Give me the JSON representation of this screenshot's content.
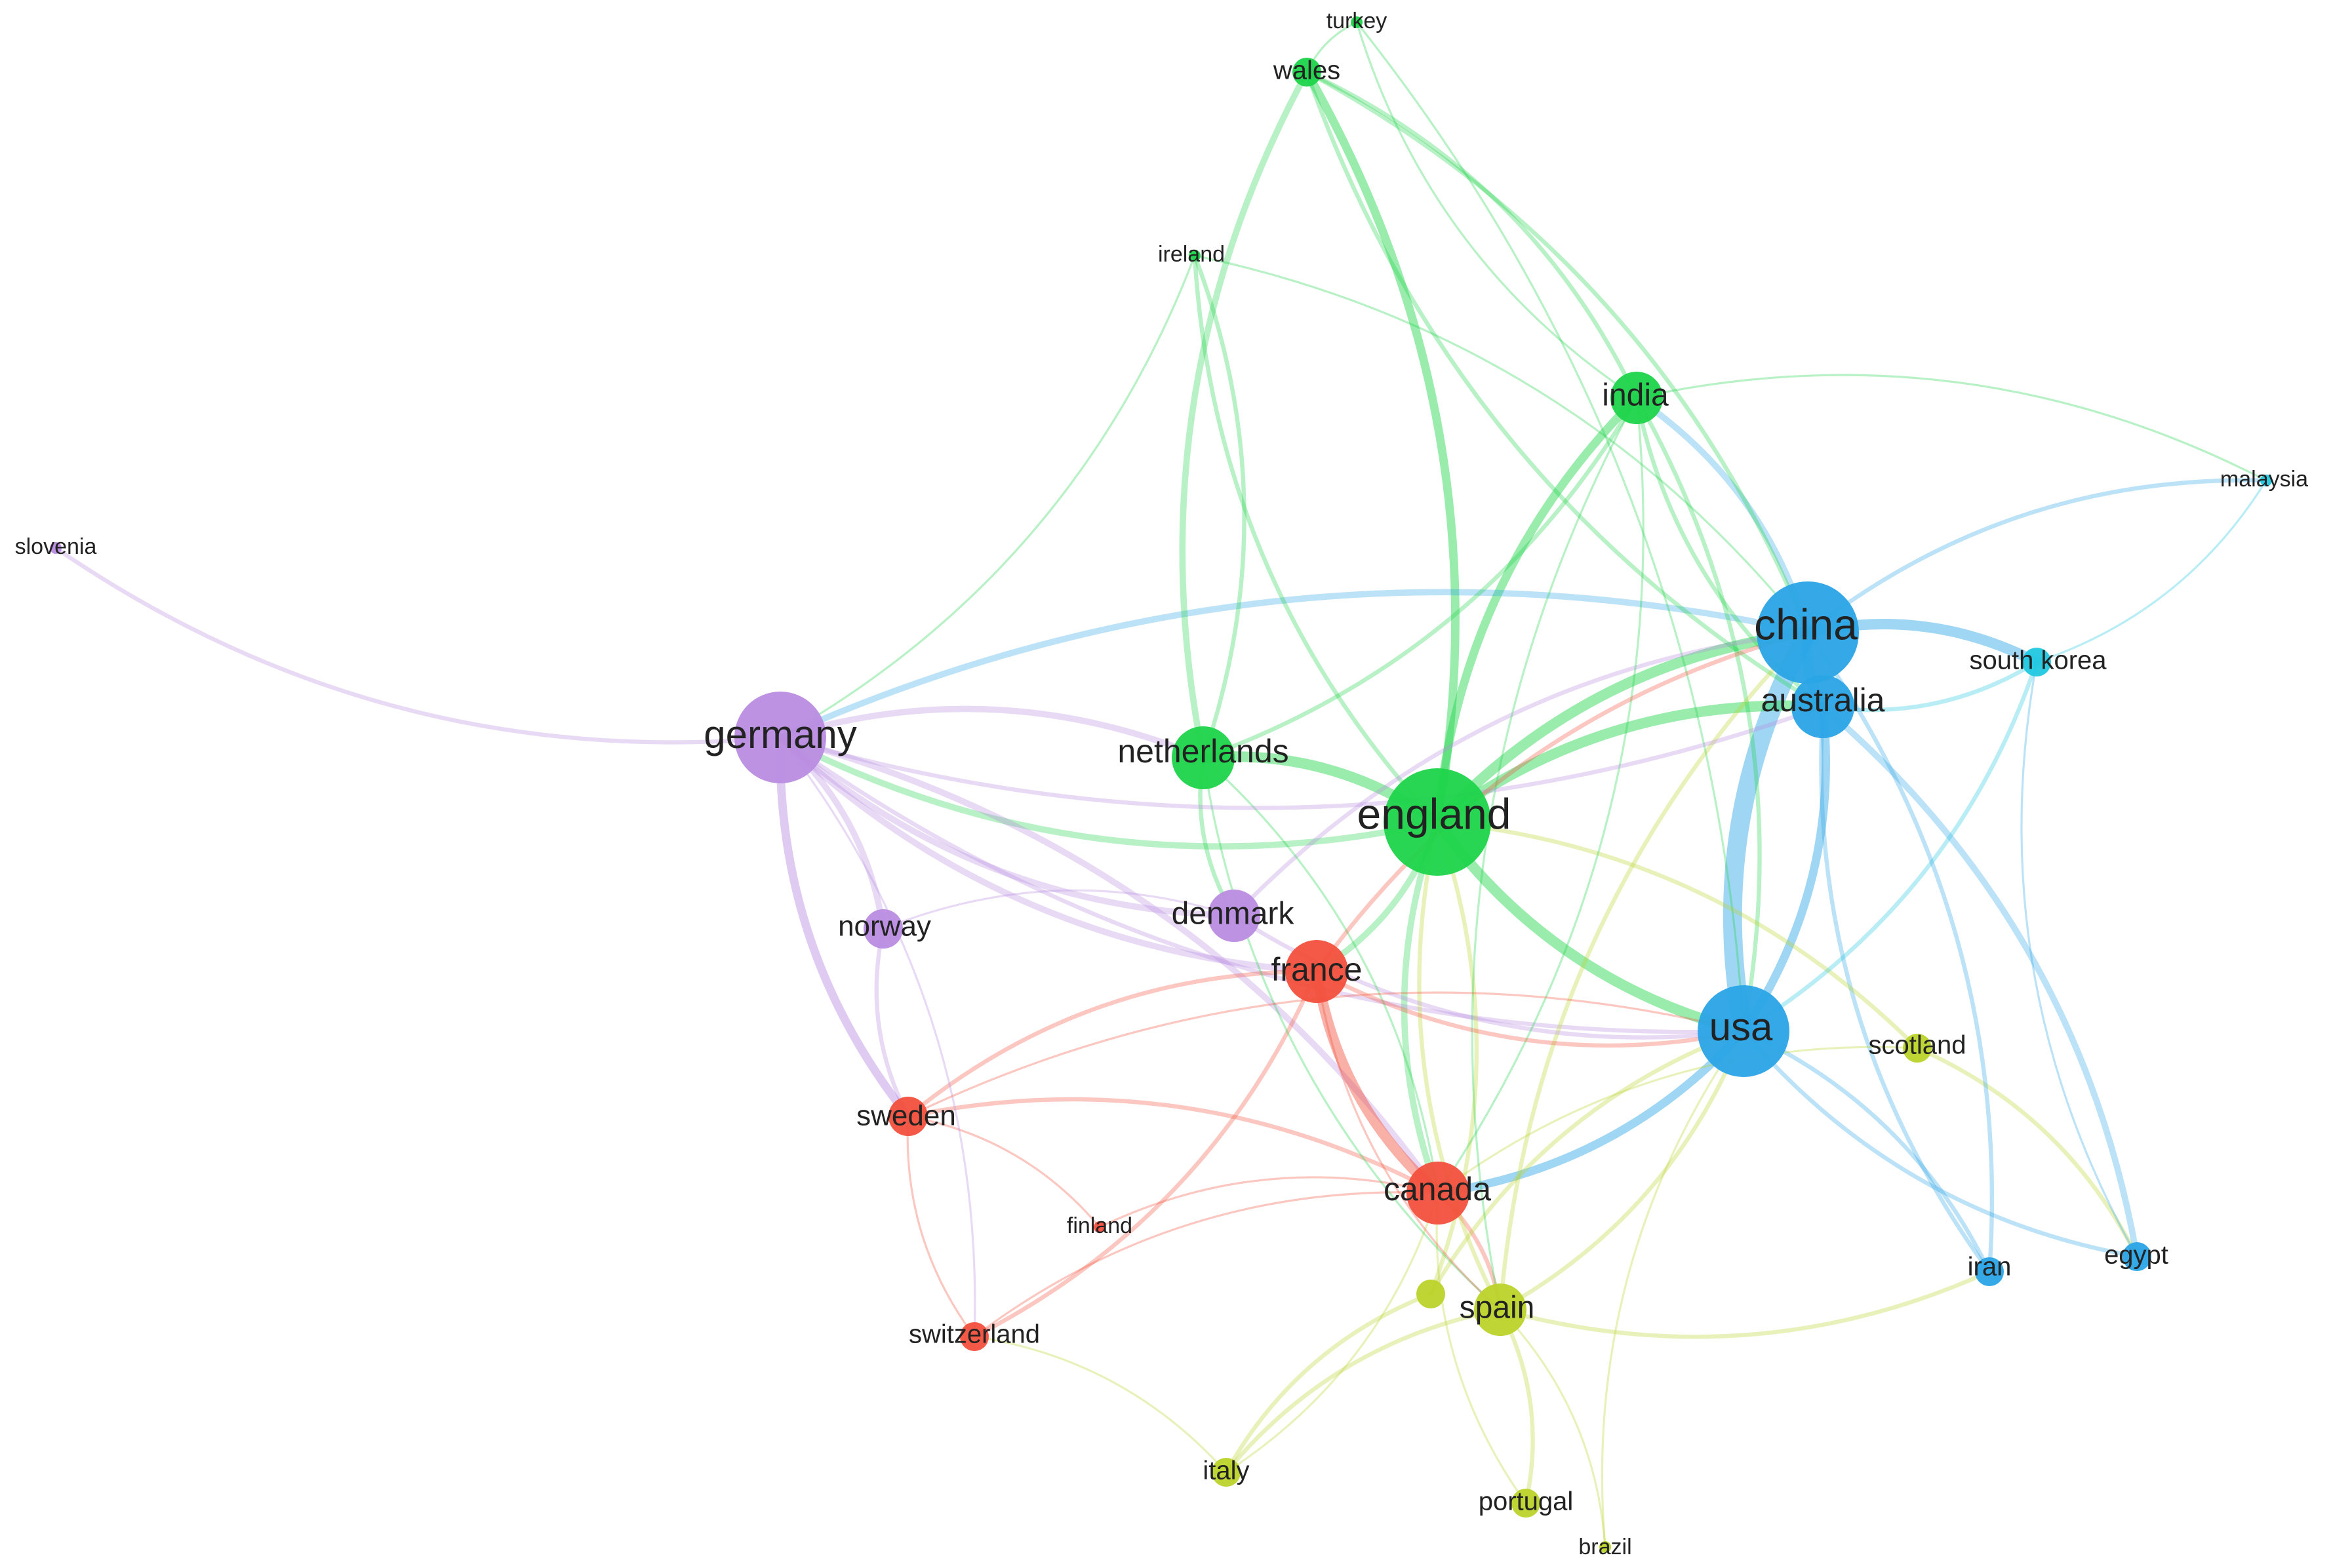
{
  "clusters": {
    "red": "#f2503c",
    "green": "#1ed44a",
    "blue": "#2aa4e6",
    "yellow": "#bcd32a",
    "purple": "#b98ce0",
    "cyan": "#22c8e0"
  },
  "nodes": [
    {
      "id": "england",
      "label": "england",
      "cluster": "green",
      "weight": 10
    },
    {
      "id": "china",
      "label": "china",
      "cluster": "blue",
      "weight": 9
    },
    {
      "id": "usa",
      "label": "usa",
      "cluster": "blue",
      "weight": 8
    },
    {
      "id": "germany",
      "label": "germany",
      "cluster": "purple",
      "weight": 8
    },
    {
      "id": "australia",
      "label": "australia",
      "cluster": "blue",
      "weight": 5
    },
    {
      "id": "netherlands",
      "label": "netherlands",
      "cluster": "green",
      "weight": 5
    },
    {
      "id": "india",
      "label": "india",
      "cluster": "green",
      "weight": 4
    },
    {
      "id": "canada",
      "label": "canada",
      "cluster": "red",
      "weight": 5
    },
    {
      "id": "france",
      "label": "france",
      "cluster": "red",
      "weight": 5
    },
    {
      "id": "denmark",
      "label": "denmark",
      "cluster": "purple",
      "weight": 4
    },
    {
      "id": "spain",
      "label": "spain",
      "cluster": "yellow",
      "weight": 4
    },
    {
      "id": "norway",
      "label": "norway",
      "cluster": "purple",
      "weight": 3
    },
    {
      "id": "sweden",
      "label": "sweden",
      "cluster": "red",
      "weight": 3
    },
    {
      "id": "scotland",
      "label": "scotland",
      "cluster": "yellow",
      "weight": 2
    },
    {
      "id": "south-korea",
      "label": "south korea",
      "cluster": "cyan",
      "weight": 2
    },
    {
      "id": "iran",
      "label": "iran",
      "cluster": "blue",
      "weight": 2
    },
    {
      "id": "egypt",
      "label": "egypt",
      "cluster": "blue",
      "weight": 2
    },
    {
      "id": "malaysia",
      "label": "malaysia",
      "cluster": "cyan",
      "weight": 1
    },
    {
      "id": "wales",
      "label": "wales",
      "cluster": "green",
      "weight": 2
    },
    {
      "id": "turkey",
      "label": "turkey",
      "cluster": "green",
      "weight": 1
    },
    {
      "id": "ireland",
      "label": "ireland",
      "cluster": "green",
      "weight": 1
    },
    {
      "id": "slovenia",
      "label": "slovenia",
      "cluster": "purple",
      "weight": 1
    },
    {
      "id": "finland",
      "label": "finland",
      "cluster": "red",
      "weight": 1
    },
    {
      "id": "switzerland",
      "label": "switzerland",
      "cluster": "red",
      "weight": 2
    },
    {
      "id": "italy",
      "label": "italy",
      "cluster": "yellow",
      "weight": 2
    },
    {
      "id": "portugal",
      "label": "portugal",
      "cluster": "yellow",
      "weight": 2
    },
    {
      "id": "brazil",
      "label": "brazil",
      "cluster": "yellow",
      "weight": 1
    },
    {
      "id": "unlabeled-yellow",
      "label": "",
      "cluster": "yellow",
      "weight": 2
    }
  ],
  "edges": [
    {
      "source": "china",
      "target": "usa",
      "weight": 9
    },
    {
      "source": "england",
      "target": "china",
      "weight": 5
    },
    {
      "source": "england",
      "target": "usa",
      "weight": 5
    },
    {
      "source": "england",
      "target": "australia",
      "weight": 5
    },
    {
      "source": "england",
      "target": "netherlands",
      "weight": 5
    },
    {
      "source": "england",
      "target": "india",
      "weight": 4
    },
    {
      "source": "england",
      "target": "wales",
      "weight": 4
    },
    {
      "source": "england",
      "target": "germany",
      "weight": 3
    },
    {
      "source": "england",
      "target": "canada",
      "weight": 3
    },
    {
      "source": "england",
      "target": "france",
      "weight": 3
    },
    {
      "source": "china",
      "target": "australia",
      "weight": 5
    },
    {
      "source": "china",
      "target": "south-korea",
      "weight": 5
    },
    {
      "source": "china",
      "target": "india",
      "weight": 3
    },
    {
      "source": "china",
      "target": "malaysia",
      "weight": 2
    },
    {
      "source": "china",
      "target": "germany",
      "weight": 3
    },
    {
      "source": "usa",
      "target": "canada",
      "weight": 4
    },
    {
      "source": "usa",
      "target": "australia",
      "weight": 4
    },
    {
      "source": "usa",
      "target": "iran",
      "weight": 2
    },
    {
      "source": "usa",
      "target": "egypt",
      "weight": 2
    },
    {
      "source": "australia",
      "target": "egypt",
      "weight": 3
    },
    {
      "source": "australia",
      "target": "iran",
      "weight": 2
    },
    {
      "source": "germany",
      "target": "netherlands",
      "weight": 3
    },
    {
      "source": "germany",
      "target": "sweden",
      "weight": 4
    },
    {
      "source": "germany",
      "target": "norway",
      "weight": 3
    },
    {
      "source": "germany",
      "target": "denmark",
      "weight": 3
    },
    {
      "source": "germany",
      "target": "slovenia",
      "weight": 2
    },
    {
      "source": "germany",
      "target": "france",
      "weight": 3
    },
    {
      "source": "germany",
      "target": "canada",
      "weight": 3
    },
    {
      "source": "germany",
      "target": "usa",
      "weight": 2
    },
    {
      "source": "canada",
      "target": "france",
      "weight": 5
    },
    {
      "source": "canada",
      "target": "sweden",
      "weight": 2
    },
    {
      "source": "canada",
      "target": "spain",
      "weight": 2
    },
    {
      "source": "france",
      "target": "sweden",
      "weight": 2
    },
    {
      "source": "france",
      "target": "switzerland",
      "weight": 2
    },
    {
      "source": "netherlands",
      "target": "india",
      "weight": 2
    },
    {
      "source": "netherlands",
      "target": "wales",
      "weight": 3
    },
    {
      "source": "netherlands",
      "target": "denmark",
      "weight": 2
    },
    {
      "source": "india",
      "target": "usa",
      "weight": 2
    },
    {
      "source": "india",
      "target": "australia",
      "weight": 2
    },
    {
      "source": "wales",
      "target": "india",
      "weight": 2
    },
    {
      "source": "wales",
      "target": "australia",
      "weight": 2
    },
    {
      "source": "ireland",
      "target": "netherlands",
      "weight": 2
    },
    {
      "source": "ireland",
      "target": "england",
      "weight": 2
    },
    {
      "source": "ireland",
      "target": "germany",
      "weight": 1
    },
    {
      "source": "turkey",
      "target": "wales",
      "weight": 1
    },
    {
      "source": "turkey",
      "target": "usa",
      "weight": 1
    },
    {
      "source": "spain",
      "target": "usa",
      "weight": 2
    },
    {
      "source": "spain",
      "target": "england",
      "weight": 2
    },
    {
      "source": "spain",
      "target": "italy",
      "weight": 2
    },
    {
      "source": "spain",
      "target": "portugal",
      "weight": 2
    },
    {
      "source": "spain",
      "target": "iran",
      "weight": 2
    },
    {
      "source": "spain",
      "target": "china",
      "weight": 2
    },
    {
      "source": "scotland",
      "target": "england",
      "weight": 2
    },
    {
      "source": "scotland",
      "target": "egypt",
      "weight": 2
    },
    {
      "source": "scotland",
      "target": "canada",
      "weight": 1
    },
    {
      "source": "south-korea",
      "target": "usa",
      "weight": 2
    },
    {
      "source": "south-korea",
      "target": "malaysia",
      "weight": 1
    },
    {
      "source": "south-korea",
      "target": "australia",
      "weight": 2
    },
    {
      "source": "norway",
      "target": "sweden",
      "weight": 2
    },
    {
      "source": "norway",
      "target": "denmark",
      "weight": 1
    },
    {
      "source": "denmark",
      "target": "usa",
      "weight": 2
    },
    {
      "source": "denmark",
      "target": "china",
      "weight": 2
    },
    {
      "source": "sweden",
      "target": "switzerland",
      "weight": 1
    },
    {
      "source": "finland",
      "target": "canada",
      "weight": 1
    },
    {
      "source": "finland",
      "target": "sweden",
      "weight": 1
    },
    {
      "source": "switzerland",
      "target": "canada",
      "weight": 1
    },
    {
      "source": "italy",
      "target": "canada",
      "weight": 1
    },
    {
      "source": "portugal",
      "target": "canada",
      "weight": 1
    },
    {
      "source": "brazil",
      "target": "spain",
      "weight": 1
    },
    {
      "source": "brazil",
      "target": "usa",
      "weight": 1
    },
    {
      "source": "unlabeled-yellow",
      "target": "england",
      "weight": 2
    },
    {
      "source": "unlabeled-yellow",
      "target": "usa",
      "weight": 2
    },
    {
      "source": "unlabeled-yellow",
      "target": "italy",
      "weight": 2
    },
    {
      "source": "india",
      "target": "canada",
      "weight": 1
    },
    {
      "source": "india",
      "target": "spain",
      "weight": 1
    },
    {
      "source": "india",
      "target": "malaysia",
      "weight": 1
    },
    {
      "source": "netherlands",
      "target": "spain",
      "weight": 1
    },
    {
      "source": "netherlands",
      "target": "canada",
      "weight": 1
    },
    {
      "source": "germany",
      "target": "australia",
      "weight": 2
    },
    {
      "source": "germany",
      "target": "switzerland",
      "weight": 1
    },
    {
      "source": "france",
      "target": "usa",
      "weight": 2
    },
    {
      "source": "france",
      "target": "china",
      "weight": 2
    },
    {
      "source": "france",
      "target": "spain",
      "weight": 1
    },
    {
      "source": "sweden",
      "target": "usa",
      "weight": 1
    },
    {
      "source": "italy",
      "target": "switzerland",
      "weight": 1
    },
    {
      "source": "egypt",
      "target": "south-korea",
      "weight": 1
    },
    {
      "source": "iran",
      "target": "china",
      "weight": 2
    },
    {
      "source": "wales",
      "target": "china",
      "weight": 2
    },
    {
      "source": "turkey",
      "target": "india",
      "weight": 1
    },
    {
      "source": "ireland",
      "target": "china",
      "weight": 1
    }
  ]
}
